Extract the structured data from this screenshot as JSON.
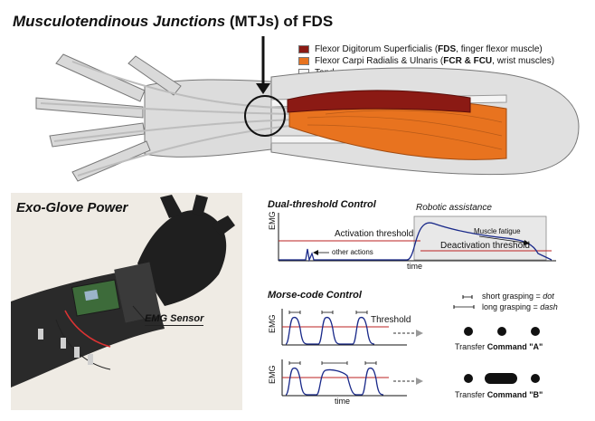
{
  "header": {
    "title_part1": "Musculotendinous Junctions",
    "title_part2": " (MTJs) of ",
    "title_part3": "FDS"
  },
  "legend": [
    {
      "color": "#8b1a14",
      "text": "Flexor Digitorum Superficialis (",
      "bold": "FDS",
      "rest": ", finger flexor muscle)"
    },
    {
      "color": "#e8731f",
      "text": "Flexor Carpi Radialis & Ulnaris (",
      "bold": "FCR & FCU",
      "rest": ", wrist muscles)"
    },
    {
      "color": "#f4f4f4",
      "text": "Tendon",
      "bold": "",
      "rest": ""
    }
  ],
  "photo": {
    "title": "Exo-Glove Power",
    "sensor_label": "EMG Sensor"
  },
  "dual": {
    "title": "Dual-threshold Control",
    "robotic": "Robotic assistance",
    "activation": "Activation threshold",
    "deactivation": "Deactivation threshold",
    "fatigue": "Muscle fatigue",
    "other": "other actions",
    "ylabel": "EMG",
    "xlabel": "time"
  },
  "morse": {
    "title": "Morse-code Control",
    "threshold": "Threshold",
    "ylabel": "EMG",
    "xlabel": "time",
    "short_text": "short grasping = ",
    "short_em": "dot",
    "long_text": "long  grasping = ",
    "long_em": "dash",
    "transfer": "Transfer ",
    "command_a": "Command \"A\"",
    "command_b": "Command \"B\""
  }
}
